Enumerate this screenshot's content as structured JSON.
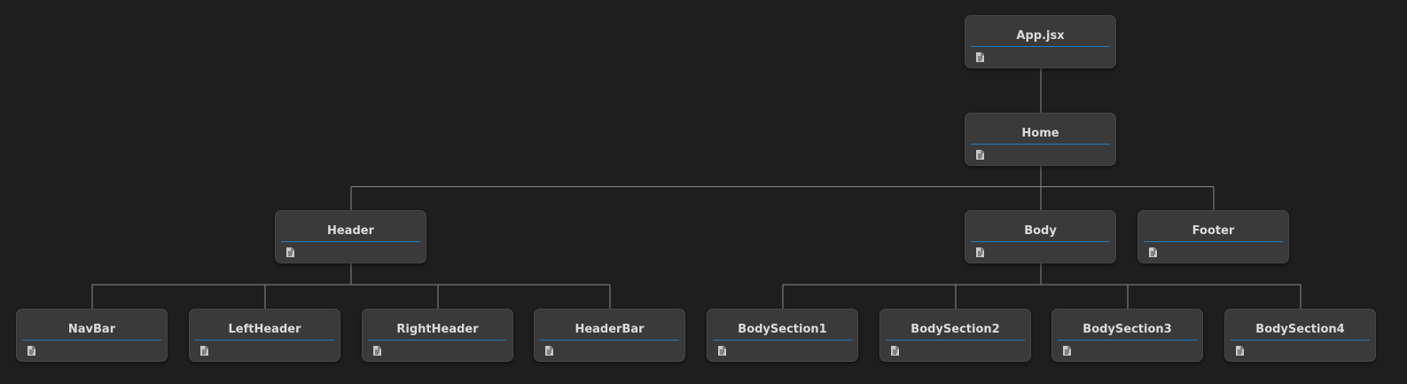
{
  "colors": {
    "background": "#1e1e1e",
    "node_fill": "#3a3a3a",
    "node_title": "#dcdcdc",
    "accent_underline": "#1f7dc6",
    "connector": "#8a8a8a"
  },
  "node_icon": "file-icon",
  "nodes": [
    {
      "id": "app",
      "label": "App.jsx",
      "parent": null
    },
    {
      "id": "home",
      "label": "Home",
      "parent": "app"
    },
    {
      "id": "header",
      "label": "Header",
      "parent": "home"
    },
    {
      "id": "body",
      "label": "Body",
      "parent": "home"
    },
    {
      "id": "footer",
      "label": "Footer",
      "parent": "home"
    },
    {
      "id": "navbar",
      "label": "NavBar",
      "parent": "header"
    },
    {
      "id": "leftheader",
      "label": "LeftHeader",
      "parent": "header"
    },
    {
      "id": "rightheader",
      "label": "RightHeader",
      "parent": "header"
    },
    {
      "id": "headerbar",
      "label": "HeaderBar",
      "parent": "header"
    },
    {
      "id": "bodysection1",
      "label": "BodySection1",
      "parent": "body"
    },
    {
      "id": "bodysection2",
      "label": "BodySection2",
      "parent": "body"
    },
    {
      "id": "bodysection3",
      "label": "BodySection3",
      "parent": "body"
    },
    {
      "id": "bodysection4",
      "label": "BodySection4",
      "parent": "body"
    }
  ]
}
